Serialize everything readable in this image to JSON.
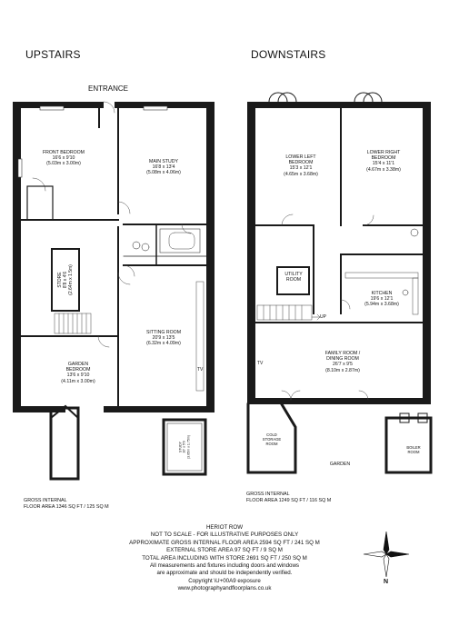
{
  "headings": {
    "upstairs": "UPSTAIRS",
    "downstairs": "DOWNSTAIRS",
    "entrance": "ENTRANCE"
  },
  "upstairs_rooms": {
    "front_bedroom": {
      "name": "FRONT BEDROOM",
      "imperial": "16'6 x 9'10",
      "metric": "(5.03m x 3.00m)"
    },
    "main_study": {
      "name": "MAIN STUDY",
      "imperial": "16'8 x 13'4",
      "metric": "(5.08m x 4.06m)"
    },
    "store": {
      "name": "STORE",
      "imperial": "8'8 x 4'6",
      "metric": "(2.64m x 1.5m)"
    },
    "sitting_room": {
      "name": "SITTING ROOM",
      "imperial": "20'9 x 13'5",
      "metric": "(6.32m x 4.09m)"
    },
    "garden_bedroom": {
      "name": "GARDEN",
      "name2": "BEDROOM",
      "imperial": "13'6 x 9'10",
      "metric": "(4.11m x 3.00m)"
    },
    "study": {
      "name": "STUDY",
      "imperial": "10' x 5'9",
      "metric": "(3.05m x 1.75m)"
    },
    "tv": "TV"
  },
  "downstairs_rooms": {
    "lower_left_bedroom": {
      "name": "LOWER LEFT",
      "name2": "BEDROOM",
      "imperial": "15'3 x 12'1",
      "metric": "(4.65m x 3.68m)"
    },
    "lower_right_bedroom": {
      "name": "LOWER RIGHT",
      "name2": "BEDROOM",
      "imperial": "15'4 x 11'1",
      "metric": "(4.67m x 3.38m)"
    },
    "utility": {
      "name": "UTILITY",
      "name2": "ROOM"
    },
    "kitchen": {
      "name": "KITCHEN",
      "imperial": "19'6 x 12'1",
      "metric": "(5.94m x 3.68m)"
    },
    "family_room": {
      "name": "FAMILY ROOM /",
      "name2": "DINING ROOM",
      "imperial": "26'7 x 9'5",
      "metric": "(8.10m x 2.87m)"
    },
    "cold_storage": {
      "name": "COLD",
      "name2": "STORAGE",
      "name3": "ROOM"
    },
    "garden": "GARDEN",
    "boiler": {
      "name": "BOILER",
      "name2": "ROOM"
    },
    "up": "UP",
    "tv": "TV"
  },
  "areas": {
    "upstairs": {
      "line1": "GROSS INTERNAL",
      "line2": "FLOOR AREA 1346 SQ FT / 125 SQ M"
    },
    "downstairs": {
      "line1": "GROSS INTERNAL",
      "line2": "FLOOR AREA 1249 SQ FT / 116 SQ M"
    }
  },
  "footer": {
    "line1": "HERIOT ROW",
    "line2": "NOT TO SCALE - FOR ILLUSTRATIVE PURPOSES ONLY",
    "line3": "APPROXIMATE GROSS INTERNAL FLOOR AREA 2594 SQ FT / 241 SQ M",
    "line4": "EXTERNAL STORE AREA 97 SQ FT / 9 SQ M",
    "line5": "TOTAL AREA INCLUDING WITH STORE 2691 SQ FT / 250 SQ M",
    "line6": "All measurements and fixtures including doors and windows",
    "line7": "are approximate and should be independently verified.",
    "line8": "Copyright \\U+00A9 exposure",
    "line9": "www.photographyandfloorplans.co.uk"
  },
  "compass": {
    "label": "N"
  },
  "colors": {
    "wall": "#1a1a1a",
    "line": "#333333",
    "background": "#ffffff"
  }
}
